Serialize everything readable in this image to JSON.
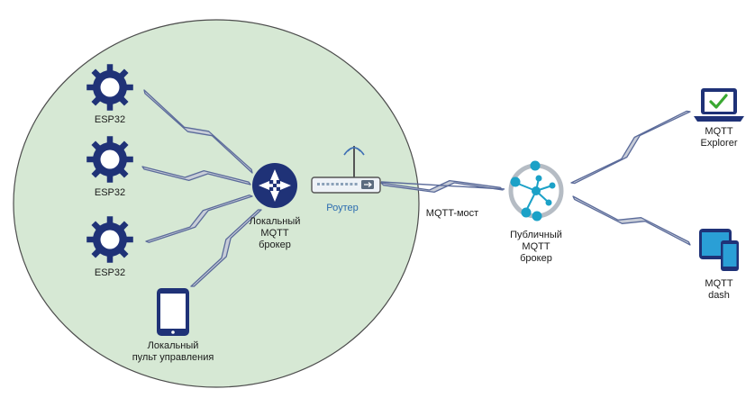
{
  "colors": {
    "zone_fill": "#d6e8d4",
    "zone_stroke": "#4d4d4d",
    "device_navy": "#1f3277",
    "link_fill": "#c8cdd8",
    "link_stroke": "#5b6b9a",
    "router_blue": "#3f6fb4",
    "hub_cyan": "#1ba1c7",
    "check_green": "#3aa832"
  },
  "nodes": {
    "esp1": {
      "label": "ESP32",
      "icon": "gear-icon"
    },
    "esp2": {
      "label": "ESP32",
      "icon": "gear-icon"
    },
    "esp3": {
      "label": "ESP32",
      "icon": "gear-icon"
    },
    "local_broker": {
      "label": "Локальный\nMQTT\nброкер",
      "icon": "broker-router-icon"
    },
    "router": {
      "label": "Роутер",
      "icon": "wifi-router-icon"
    },
    "local_panel": {
      "label": "Локальный\nпульт управления",
      "icon": "phone-icon"
    },
    "public_broker": {
      "label": "Публичный\nMQTT\nброкер",
      "icon": "hub-icon"
    },
    "explorer": {
      "label": "MQTT\nExplorer",
      "icon": "laptop-check-icon"
    },
    "dash": {
      "label": "MQTT\ndash",
      "icon": "tablet-phone-icon"
    }
  },
  "links": {
    "bridge": {
      "label": "MQTT-мост"
    }
  }
}
